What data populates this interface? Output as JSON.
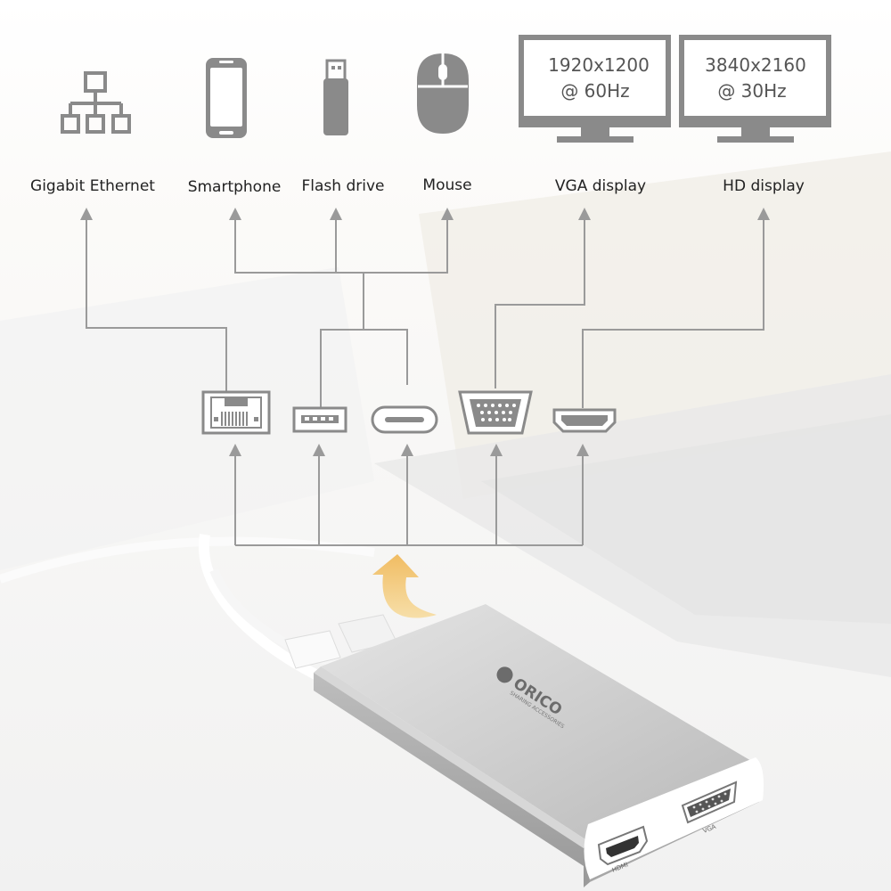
{
  "labels": {
    "ethernet": "Gigabit Ethernet",
    "smartphone": "Smartphone",
    "flash_drive": "Flash drive",
    "mouse": "Mouse",
    "vga": "VGA display",
    "hd": "HD display"
  },
  "vga_screen": {
    "line1": "1920x1200",
    "line2": "@ 60Hz"
  },
  "hd_screen": {
    "line1": "3840x2160",
    "line2": "@ 30Hz"
  },
  "device": {
    "brand": "ORICO",
    "tagline": "SHARING ACCESSORIES",
    "hdmi_label": "HDMI",
    "vga_label": "VGA"
  },
  "icons": [
    "network-icon",
    "smartphone-icon",
    "usb-flash-drive-icon",
    "mouse-icon",
    "monitor-icon",
    "rj45-port-icon",
    "usb-a-port-icon",
    "usb-c-port-icon",
    "vga-port-icon",
    "hdmi-port-icon"
  ],
  "colors": {
    "icon_gray": "#8a8a8a",
    "line_gray": "#9a9a9a",
    "accent_orange": "#f0c070",
    "aluminum": "#c9c9c9"
  }
}
